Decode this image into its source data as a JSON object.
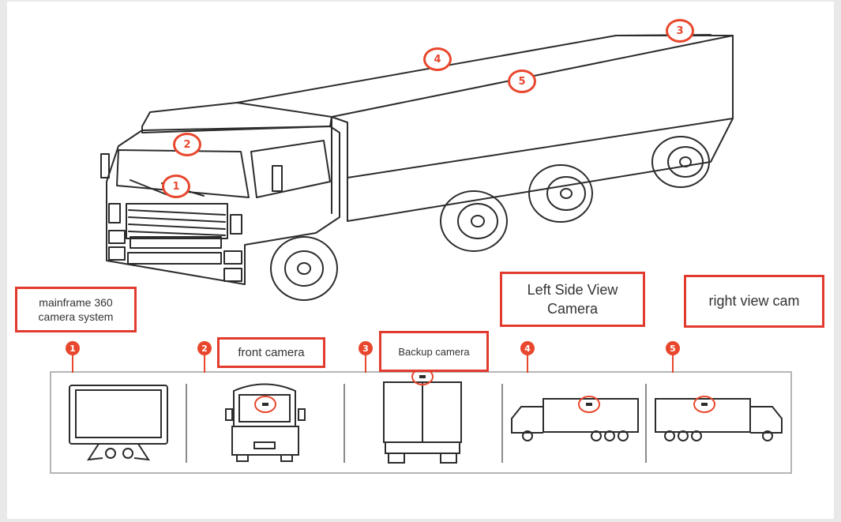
{
  "labels": {
    "mainframe": "mainframe 360\ncamera system",
    "front": "front camera",
    "backup": "Backup camera",
    "left": "Left Side View\nCamera",
    "right": "right view cam"
  },
  "markers": [
    "1",
    "2",
    "3",
    "4",
    "5"
  ],
  "colors": {
    "accent": "#e8472d",
    "line": "#333333",
    "frame": "#b5b5b5"
  }
}
